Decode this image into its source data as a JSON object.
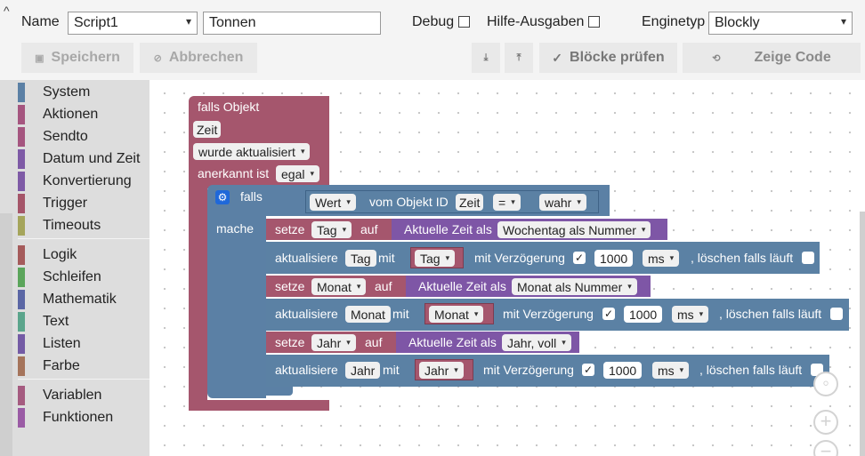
{
  "header": {
    "name_label": "Name",
    "script_select": "Script1",
    "name_value": "Tonnen",
    "debug_label": "Debug",
    "hilfe_label": "Hilfe-Ausgaben",
    "engine_label": "Enginetyp",
    "engine_select": "Blockly"
  },
  "toolbar": {
    "save": "Speichern",
    "cancel": "Abbrechen",
    "check": "Blöcke prüfen",
    "code": "Zeige Code"
  },
  "toolbox": {
    "categories": [
      {
        "label": "System",
        "color": "#5b80a5"
      },
      {
        "label": "Aktionen",
        "color": "#a5557f"
      },
      {
        "label": "Sendto",
        "color": "#a5557f"
      },
      {
        "label": "Datum und Zeit",
        "color": "#7e5aa6"
      },
      {
        "label": "Konvertierung",
        "color": "#7e5aa6"
      },
      {
        "label": "Trigger",
        "color": "#a55569"
      },
      {
        "label": "Timeouts",
        "color": "#a5a55b"
      },
      {
        "label": "Logik",
        "color": "#a55b5b"
      },
      {
        "label": "Schleifen",
        "color": "#5ba55b"
      },
      {
        "label": "Mathematik",
        "color": "#5b67a5"
      },
      {
        "label": "Text",
        "color": "#5ba58c"
      },
      {
        "label": "Listen",
        "color": "#745ba5"
      },
      {
        "label": "Farbe",
        "color": "#a5745b"
      },
      {
        "label": "Variablen",
        "color": "#a55b80"
      },
      {
        "label": "Funktionen",
        "color": "#9a5ba5"
      }
    ]
  },
  "blocks": {
    "trigger": {
      "title": "falls Objekt",
      "object": "Zeit",
      "event": "wurde aktualisiert",
      "ack_label": "anerkannt ist",
      "ack_value": "egal"
    },
    "if_block": {
      "falls": "falls",
      "mache": "mache",
      "wert": "Wert",
      "vom_objekt": "vom Objekt ID",
      "object": "Zeit",
      "op": "=",
      "value": "wahr"
    },
    "rows": [
      {
        "setze": "setze",
        "var": "Tag",
        "auf": "auf",
        "zeit_label": "Aktuelle Zeit als",
        "format": "Wochentag als Nummer"
      },
      {
        "akt": "aktualisiere",
        "obj": "Tag",
        "mit": "mit",
        "val": "Tag",
        "delay_label": "mit Verzögerung",
        "ms_val": "1000",
        "unit": "ms",
        "clear": ", löschen falls läuft"
      },
      {
        "setze": "setze",
        "var": "Monat",
        "auf": "auf",
        "zeit_label": "Aktuelle Zeit als",
        "format": "Monat als Nummer"
      },
      {
        "akt": "aktualisiere",
        "obj": "Monat",
        "mit": "mit",
        "val": "Monat",
        "delay_label": "mit Verzögerung",
        "ms_val": "1000",
        "unit": "ms",
        "clear": ", löschen falls läuft"
      },
      {
        "setze": "setze",
        "var": "Jahr",
        "auf": "auf",
        "zeit_label": "Aktuelle Zeit als",
        "format": "Jahr, voll"
      },
      {
        "akt": "aktualisiere",
        "obj": "Jahr",
        "mit": "mit",
        "val": "Jahr",
        "delay_label": "mit Verzögerung",
        "ms_val": "1000",
        "unit": "ms",
        "clear": ", löschen falls läuft"
      }
    ]
  },
  "icons": {
    "dropdown": "▾",
    "check": "✓",
    "collapse": "^",
    "plus": "+",
    "minus": "−"
  }
}
